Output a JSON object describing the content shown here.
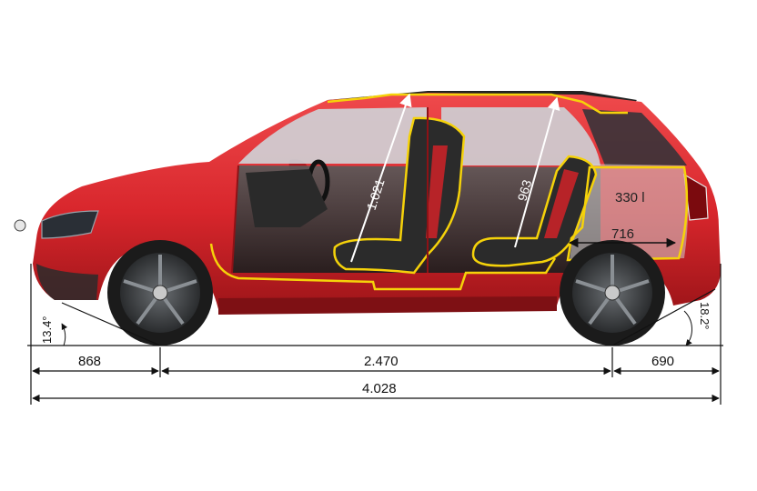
{
  "dimensions": {
    "front_overhang": "868",
    "wheelbase": "2.470",
    "rear_overhang": "690",
    "overall_length": "4.028",
    "front_headroom": "1.021",
    "rear_headroom": "963",
    "boot_volume": "330 l",
    "boot_length": "716",
    "approach_angle": "13.4°",
    "departure_angle": "18.2°"
  },
  "colors": {
    "body": "#d8262c",
    "body_shade": "#a3161b",
    "outline": "#f5d20a",
    "glass": "#c9ced2",
    "tyre": "#1b1b1b",
    "rim": "#3a3d40",
    "line": "#111111"
  }
}
